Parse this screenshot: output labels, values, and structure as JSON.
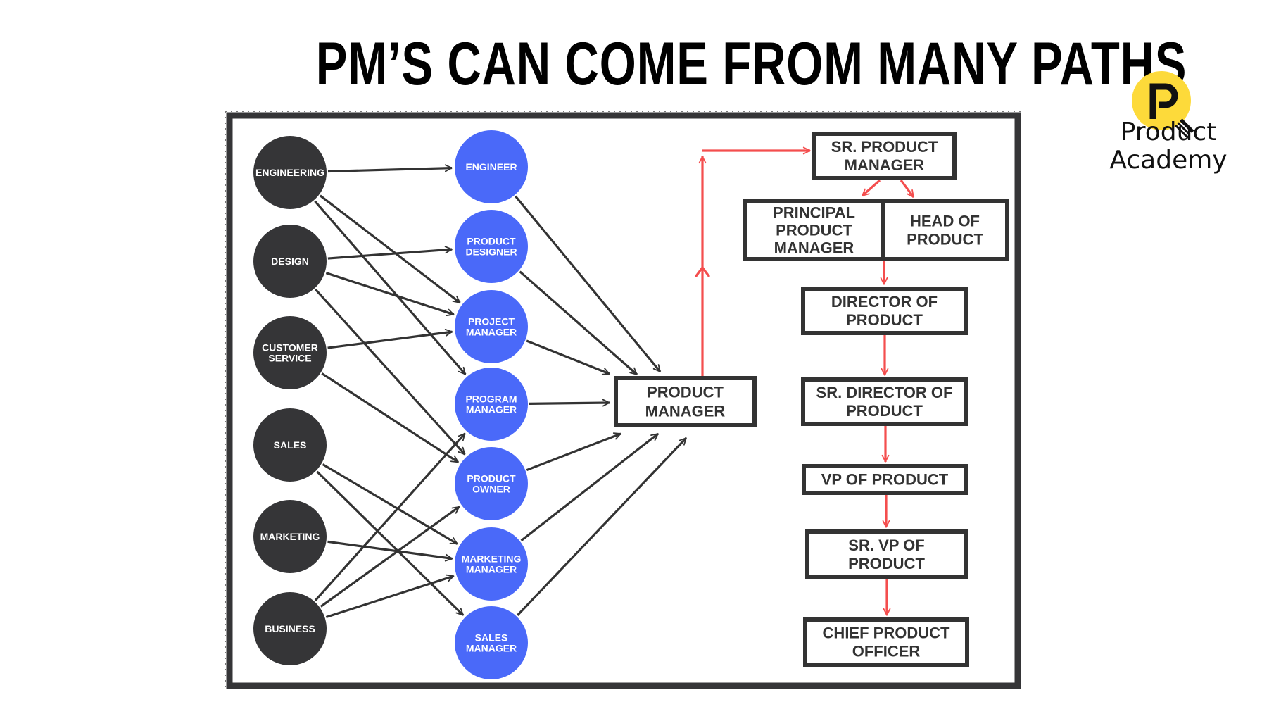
{
  "title": "PM’S CAN COME FROM MANY PATHS",
  "logo": {
    "icon": "lightbulb-p-icon",
    "line1": "Product",
    "line2": "Academy",
    "color": "#FDDA3A"
  },
  "colors": {
    "source_node": "#353537",
    "role_node": "#4A69F9",
    "arrow_dark": "#333333",
    "arrow_red": "#F44E4E",
    "box_border": "#333333"
  },
  "sources": [
    {
      "id": "engineering",
      "lines": [
        "ENGINEERING"
      ]
    },
    {
      "id": "design",
      "lines": [
        "DESIGN"
      ]
    },
    {
      "id": "customer-service",
      "lines": [
        "CUSTOMER",
        "SERVICE"
      ]
    },
    {
      "id": "sales",
      "lines": [
        "SALES"
      ]
    },
    {
      "id": "marketing",
      "lines": [
        "MARKETING"
      ]
    },
    {
      "id": "business",
      "lines": [
        "BUSINESS"
      ]
    }
  ],
  "roles": [
    {
      "id": "engineer",
      "lines": [
        "ENGINEER"
      ]
    },
    {
      "id": "product-designer",
      "lines": [
        "PRODUCT",
        "DESIGNER"
      ]
    },
    {
      "id": "project-manager",
      "lines": [
        "PROJECT",
        "MANAGER"
      ]
    },
    {
      "id": "program-manager",
      "lines": [
        "PROGRAM",
        "MANAGER"
      ]
    },
    {
      "id": "product-owner",
      "lines": [
        "PRODUCT",
        "OWNER"
      ]
    },
    {
      "id": "marketing-manager",
      "lines": [
        "MARKETING",
        "MANAGER"
      ]
    },
    {
      "id": "sales-manager",
      "lines": [
        "SALES",
        "MANAGER"
      ]
    }
  ],
  "source_edges": [
    [
      "engineering",
      "engineer"
    ],
    [
      "engineering",
      "project-manager"
    ],
    [
      "engineering",
      "program-manager"
    ],
    [
      "design",
      "product-designer"
    ],
    [
      "design",
      "project-manager"
    ],
    [
      "design",
      "product-owner"
    ],
    [
      "customer-service",
      "project-manager"
    ],
    [
      "customer-service",
      "product-owner"
    ],
    [
      "sales",
      "marketing-manager"
    ],
    [
      "sales",
      "sales-manager"
    ],
    [
      "marketing",
      "marketing-manager"
    ],
    [
      "business",
      "program-manager"
    ],
    [
      "business",
      "product-owner"
    ],
    [
      "business",
      "marketing-manager"
    ]
  ],
  "product_manager": {
    "id": "product-manager",
    "lines": [
      "PRODUCT",
      "MANAGER"
    ]
  },
  "career_ladder": [
    {
      "id": "sr-product-manager",
      "lines": [
        "SR. PRODUCT",
        "MANAGER"
      ]
    },
    {
      "id": "principal-product-manager",
      "lines": [
        "PRINCIPAL",
        "PRODUCT",
        "MANAGER"
      ]
    },
    {
      "id": "head-of-product",
      "lines": [
        "HEAD OF",
        "PRODUCT"
      ]
    },
    {
      "id": "director-of-product",
      "lines": [
        "DIRECTOR OF",
        "PRODUCT"
      ]
    },
    {
      "id": "sr-director-of-product",
      "lines": [
        "SR. DIRECTOR OF",
        "PRODUCT"
      ]
    },
    {
      "id": "vp-of-product",
      "lines": [
        "VP OF PRODUCT"
      ]
    },
    {
      "id": "sr-vp-of-product",
      "lines": [
        "SR. VP OF",
        "PRODUCT"
      ]
    },
    {
      "id": "chief-product-officer",
      "lines": [
        "CHIEF PRODUCT",
        "OFFICER"
      ]
    }
  ],
  "ladder_edges": [
    [
      "product-manager",
      "sr-product-manager"
    ],
    [
      "sr-product-manager",
      "principal-product-manager"
    ],
    [
      "sr-product-manager",
      "head-of-product"
    ],
    [
      "principal-product-manager",
      "director-of-product"
    ],
    [
      "director-of-product",
      "sr-director-of-product"
    ],
    [
      "sr-director-of-product",
      "vp-of-product"
    ],
    [
      "vp-of-product",
      "sr-vp-of-product"
    ],
    [
      "sr-vp-of-product",
      "chief-product-officer"
    ]
  ]
}
